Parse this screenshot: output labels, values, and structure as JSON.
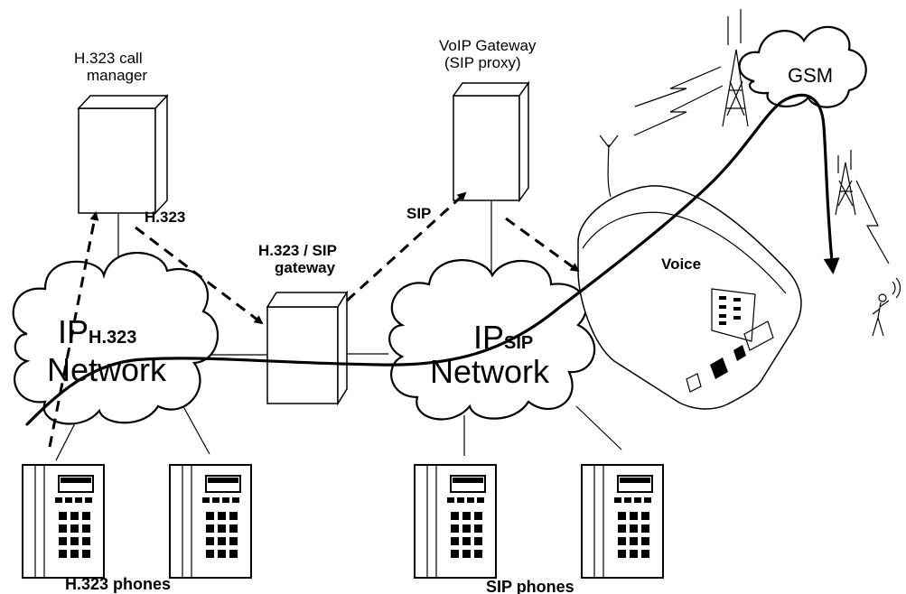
{
  "labels": {
    "call_manager_line1": "H.323 call",
    "call_manager_line2": "manager",
    "voip_gateway_line1": "VoIP Gateway",
    "voip_gateway_line2": "(SIP proxy)",
    "gsm": "GSM",
    "h323_signal": "H.323",
    "sip_signal": "SIP",
    "gateway_line1": "H.323 / SIP",
    "gateway_line2": "gateway",
    "voice": "Voice",
    "ip_left_main": "IP",
    "ip_left_sub": "H.323",
    "network_left": "Network",
    "ip_right_main": "IP",
    "ip_right_sub": "SIP",
    "network_right": "Network",
    "h323_phones": "H.323 phones",
    "sip_phones": "SIP phones"
  }
}
